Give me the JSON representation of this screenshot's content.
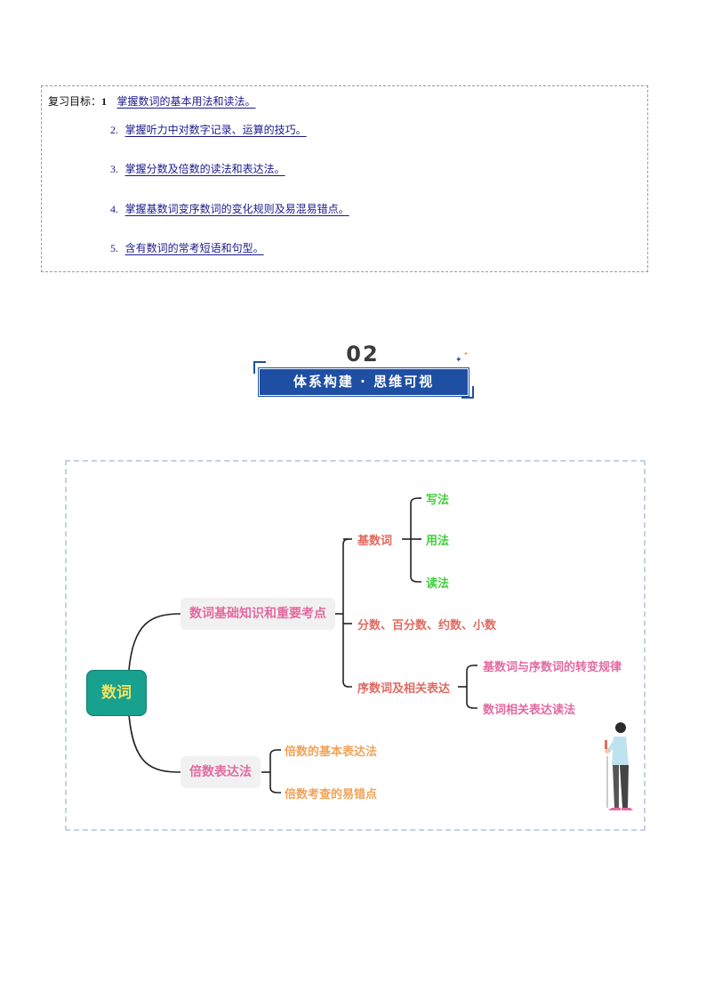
{
  "goals": {
    "prefix": "复习目标：",
    "items": [
      {
        "num": "1",
        "text": "掌握数词的基本用法和读法。"
      },
      {
        "num": "2.",
        "text": "掌握听力中对数字记录、运算的技巧。"
      },
      {
        "num": "3.",
        "text": "掌握分数及倍数的读法和表达法。"
      },
      {
        "num": "4.",
        "text": "掌握基数词变序数词的变化规则及易混易错点。"
      },
      {
        "num": "5.",
        "text": "含有数词的常考短语和句型。"
      }
    ]
  },
  "section": {
    "number": "02",
    "title": "体系构建 · 思维可视"
  },
  "mindmap": {
    "root": "数词",
    "branch1": {
      "label": "数词基础知识和重要考点",
      "cardinal": {
        "label": "基数词",
        "children": [
          "写法",
          "用法",
          "读法"
        ]
      },
      "fractions": "分数、百分数、约数、小数",
      "ordinal": {
        "label": "序数词及相关表达",
        "children": [
          "基数词与序数词的转变规律",
          "数词相关表达读法"
        ]
      }
    },
    "branch2": {
      "label": "倍数表达法",
      "children": [
        "倍数的基本表达法",
        "倍数考查的易错点"
      ]
    }
  },
  "colors": {
    "accent_blue": "#1f4fa3",
    "root_teal": "#17a18e",
    "pink": "#e36aa0",
    "red": "#e06a60",
    "green": "#3fcf38",
    "orange": "#f0a35a"
  }
}
